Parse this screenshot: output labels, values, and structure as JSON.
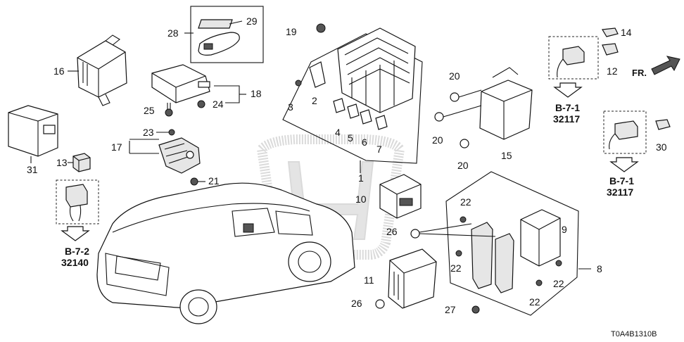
{
  "diagram_code": "T0A4B1310B",
  "direction_label": "FR.",
  "callouts": {
    "c1": "1",
    "c2": "2",
    "c3": "3",
    "c4": "4",
    "c5": "5",
    "c6": "6",
    "c7": "7",
    "c8": "8",
    "c9": "9",
    "c10": "10",
    "c11": "11",
    "c12": "12",
    "c13": "13",
    "c14": "14",
    "c15": "15",
    "c16": "16",
    "c17": "17",
    "c18": "18",
    "c19": "19",
    "c20a": "20",
    "c20b": "20",
    "c20c": "20",
    "c21": "21",
    "c22a": "22",
    "c22b": "22",
    "c22c": "22",
    "c22d": "22",
    "c23": "23",
    "c24": "24",
    "c25": "25",
    "c26a": "26",
    "c26b": "26",
    "c27": "27",
    "c28": "28",
    "c29": "29",
    "c30": "30",
    "c31": "31"
  },
  "references": {
    "ref_a": {
      "section": "B-7-1",
      "page": "32117"
    },
    "ref_b": {
      "section": "B-7-1",
      "page": "32117"
    },
    "ref_c": {
      "section": "B-7-2",
      "page": "32140"
    }
  }
}
